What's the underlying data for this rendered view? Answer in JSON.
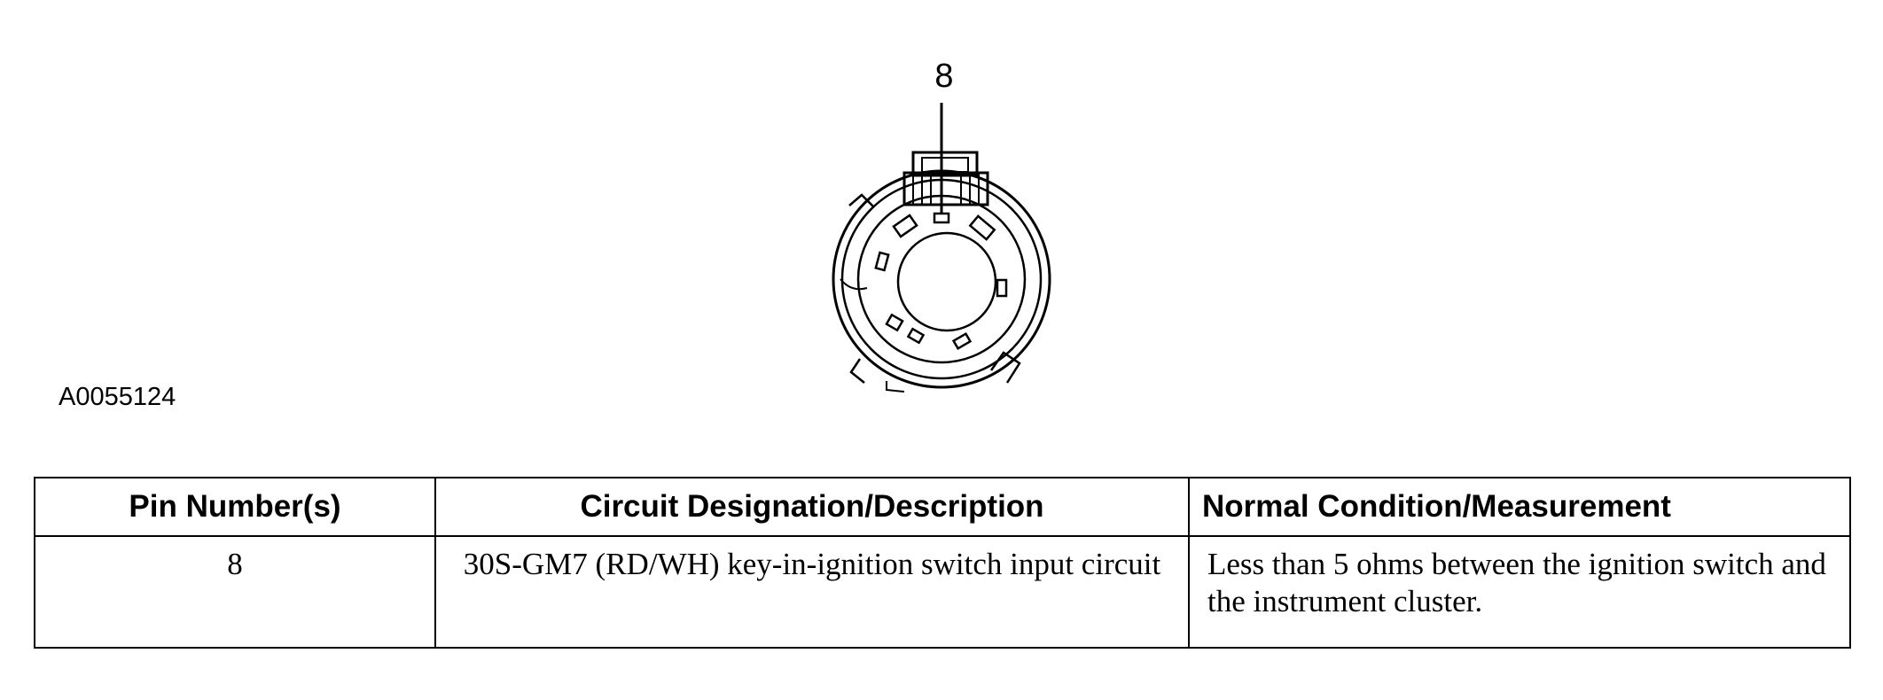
{
  "figure": {
    "callout": "8",
    "figure_id": "A0055124"
  },
  "table": {
    "headers": [
      "Pin Number(s)",
      "Circuit Designation/Description",
      "Normal Condition/Measurement"
    ],
    "rows": [
      [
        "8",
        "30S-GM7 (RD/WH) key-in-ignition switch input circuit",
        "Less than 5 ohms between the ignition switch and the instrument cluster."
      ]
    ]
  }
}
